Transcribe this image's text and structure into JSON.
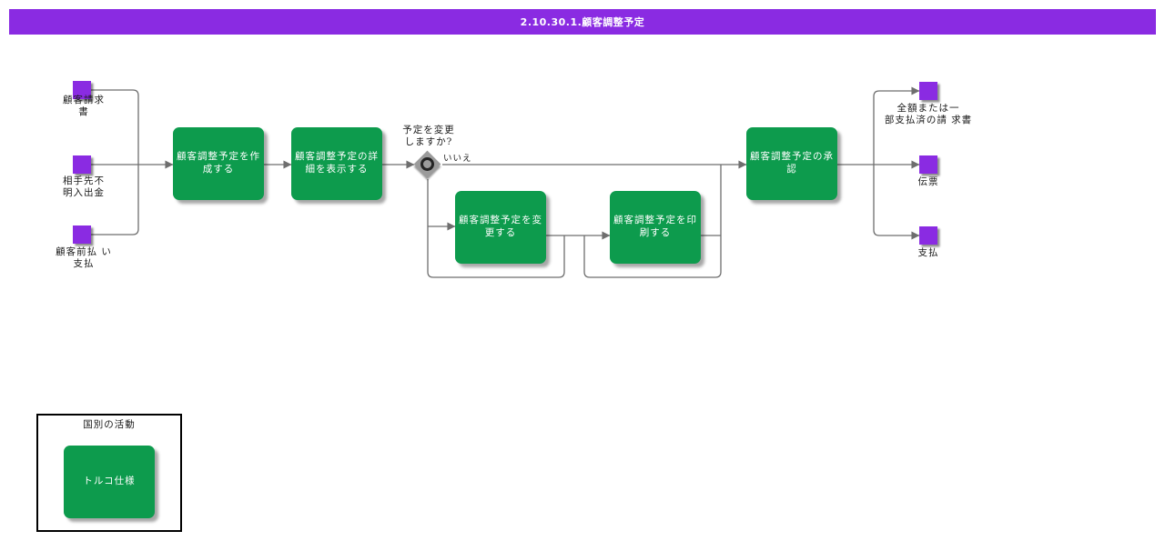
{
  "colors": {
    "accent_purple": "#8A2BE2",
    "node_green": "#0D9B4D",
    "wire_gray": "#6E6E6E"
  },
  "header": {
    "title": "2.10.30.1.顧客調整予定"
  },
  "inputs": [
    {
      "label": "顧客請求\n書"
    },
    {
      "label": "相手先不\n明入出金"
    },
    {
      "label": "顧客前払 い\n支払"
    }
  ],
  "steps": [
    {
      "label": "顧客調整予定を作\n成する"
    },
    {
      "label": "顧客調整予定の詳\n細を表示する"
    },
    {
      "label": "顧客調整予定を変\n更する"
    },
    {
      "label": "顧客調整予定を印\n刷する"
    },
    {
      "label": "顧客調整予定の承\n認"
    }
  ],
  "decision": {
    "question": "予定を変更\nしますか?",
    "branch_no": "いいえ"
  },
  "outputs": [
    {
      "label": "全額または一\n部支払済の請 求書"
    },
    {
      "label": "伝票"
    },
    {
      "label": "支払"
    }
  ],
  "legend": {
    "title": "国別の活動",
    "items": [
      {
        "label": "トルコ仕様"
      }
    ]
  }
}
